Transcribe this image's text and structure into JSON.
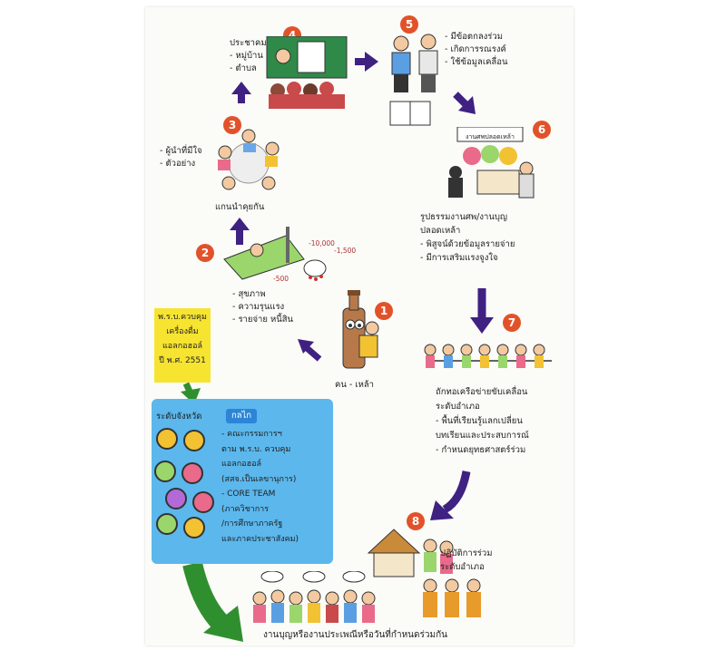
{
  "steps": [
    {
      "num": "1",
      "lines": [
        "คน - เหล้า"
      ]
    },
    {
      "num": "2",
      "money": [
        "-10,000",
        "-1,500",
        "-500"
      ],
      "lines": [
        "- สุขภาพ",
        "- ความรุนแรง",
        "- รายจ่าย หนี้สิน"
      ]
    },
    {
      "num": "3",
      "lines": [
        "- ผู้นำที่มีใจ",
        "- ตัวอย่าง"
      ],
      "caption": "แกนนำคุยกัน"
    },
    {
      "num": "4",
      "lines": [
        "ประชาคม",
        "- หมู่บ้าน",
        "- ตำบล"
      ]
    },
    {
      "num": "5",
      "lines": [
        "- มีข้อตกลงร่วม",
        "- เกิดการรณรงค์",
        "- ใช้ข้อมูลเคลื่อน"
      ]
    },
    {
      "num": "6",
      "banner": "งานศพปลอดเหล้า",
      "lines": [
        "รูปธรรมงานศพ/งานบุญ",
        "ปลอดเหล้า",
        "- พิสูจน์ด้วยข้อมูลรายจ่าย",
        "- มีการเสริมแรงจูงใจ"
      ]
    },
    {
      "num": "7",
      "lines": [
        "ถักทอเครือข่ายขับเคลื่อน",
        "ระดับอำเภอ",
        "- พื้นที่เรียนรู้แลกเปลี่ยน",
        "  บทเรียนและประสบการณ์",
        "- กำหนดยุทธศาสตร์ร่วม"
      ]
    },
    {
      "num": "8",
      "lines": [
        "ปฏิบัติการร่วม",
        "ระดับอำเภอ"
      ]
    }
  ],
  "law_box": [
    "พ.ร.บ.ควบคุม",
    "เครื่องดื่ม",
    "แอลกอฮอล์",
    "ปี พ.ศ. 2551"
  ],
  "panel": {
    "title": "ระดับจังหวัด",
    "tag": "กลไก",
    "lines": [
      "- คณะกรรมการฯ",
      "  ตาม พ.ร.บ. ควบคุม",
      "  แอลกอฮอล์",
      "  (สสจ.เป็นเลขานุการ)",
      "- CORE TEAM",
      "  (ภาควิชาการ",
      "  /การศึกษาภาครัฐ",
      "  และภาคประชาสังคม)"
    ]
  },
  "footer": "งานบุญหรืองานประเพณีหรือวันที่กำหนดร่วมกัน",
  "colors": {
    "arrow_purple": "#3f2182",
    "arrow_green": "#2f8f2f",
    "badge": "#e2522a",
    "panel": "#5bb7ec",
    "law": "#f7e431"
  }
}
